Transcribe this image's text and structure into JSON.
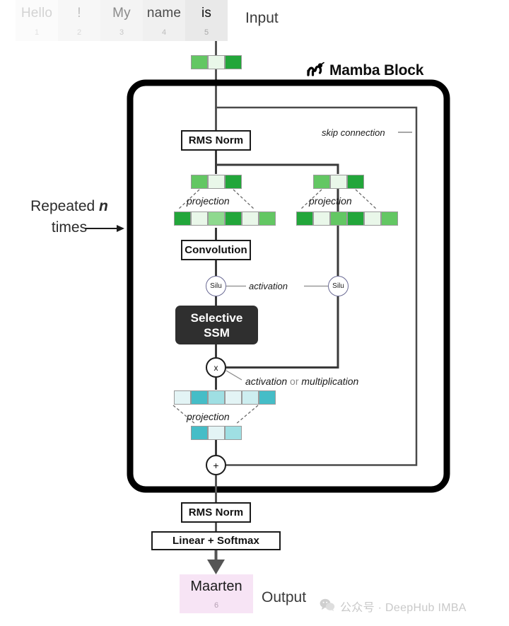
{
  "input": {
    "label": "Input",
    "tokens": [
      {
        "word": "Hello",
        "index": "1"
      },
      {
        "word": "!",
        "index": "2"
      },
      {
        "word": "My",
        "index": "3"
      },
      {
        "word": "name",
        "index": "4"
      },
      {
        "word": "is",
        "index": "5"
      }
    ]
  },
  "mamba": {
    "title": "Mamba Block",
    "logo_icon": "mamba-snake-icon"
  },
  "repeat": {
    "line1_prefix": "Repeated ",
    "line1_italic": "n",
    "line2": "times",
    "arrow_icon": "right-arrow-icon"
  },
  "blocks": {
    "rms_norm_top": "RMS Norm",
    "convolution": "Convolution",
    "selective_ssm_line1": "Selective",
    "selective_ssm_line2": "SSM",
    "rms_norm_bottom": "RMS Norm",
    "linear_softmax": "Linear + Softmax"
  },
  "nodes": {
    "silu_left": "Silu",
    "silu_right": "Silu",
    "multiply": "x",
    "add": "+"
  },
  "labels": {
    "skip_connection": "skip connection",
    "activation": "activation",
    "mult_activation": "activation",
    "mult_or": " or ",
    "mult_multiplication": "multiplication",
    "projection_left": "projection",
    "projection_right": "projection",
    "projection_out": "projection"
  },
  "embeddings": {
    "input_vector": [
      "g4",
      "g1",
      "g6"
    ],
    "left_in": [
      "g4",
      "g1",
      "g6"
    ],
    "left_out": [
      "g6",
      "g1",
      "g3",
      "g6",
      "g1",
      "g4"
    ],
    "right_in": [
      "g4",
      "g1",
      "g6"
    ],
    "right_out": [
      "g6",
      "g1",
      "g4",
      "g6",
      "g1",
      "g4"
    ],
    "out_wide": [
      "b1",
      "b5",
      "b3",
      "b1",
      "b2",
      "b5"
    ],
    "out_narrow": [
      "b5",
      "b1",
      "b3"
    ]
  },
  "output": {
    "label": "Output",
    "token_word": "Maarten",
    "token_index": "6"
  },
  "watermark": {
    "icon": "wechat-icon",
    "text": "公众号 · DeepHub IMBA"
  },
  "colors": {
    "mamba_border": "#000000",
    "ssm_bg": "#2f2f2f",
    "silu_border": "#6b6b95",
    "output_token_bg": "#f7e4f5",
    "green_accent": "#22a63a",
    "blue_accent": "#2fb2bd"
  }
}
